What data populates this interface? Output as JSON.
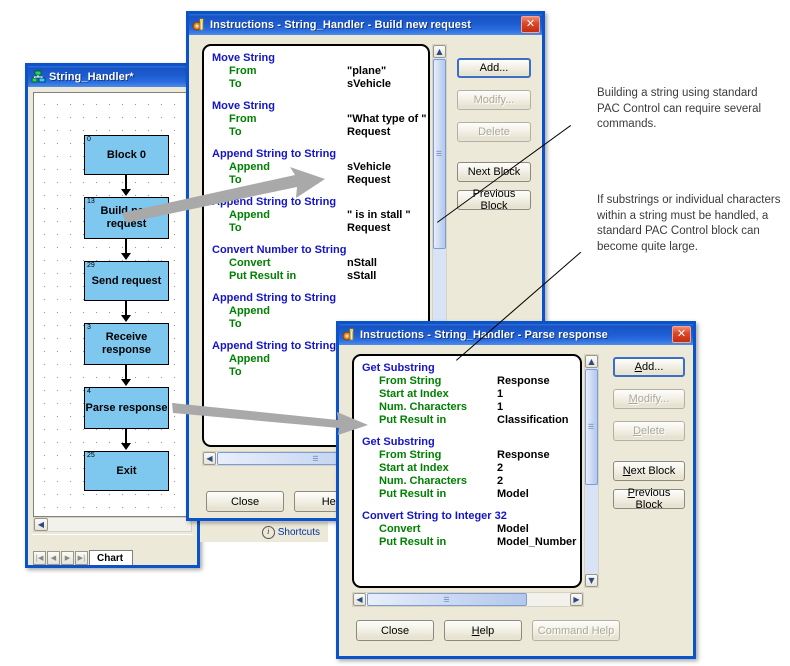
{
  "chart_window": {
    "title": "String_Handler*",
    "icon": "flowchart-icon",
    "blocks": [
      {
        "num": "0",
        "label": "Block 0"
      },
      {
        "num": "13",
        "label": "Build new request"
      },
      {
        "num": "29",
        "label": "Send request"
      },
      {
        "num": "3",
        "label": "Receive response"
      },
      {
        "num": "4",
        "label": "Parse response"
      },
      {
        "num": "25",
        "label": "Exit"
      }
    ],
    "statusbar": {
      "shortcuts_label": "Shortcuts",
      "info_icon": "info-icon"
    },
    "tab": {
      "label": "Chart"
    },
    "nav": {
      "first": "|◀",
      "prev": "◀",
      "next": "▶",
      "last": "▶|"
    }
  },
  "dialog_build": {
    "title": "Instructions - String_Handler - Build new request",
    "icon": "instructions-icon",
    "close_icon": "close-icon",
    "instructions": [
      {
        "command": "Move String",
        "rows": [
          {
            "key": "From",
            "value": "\"plane\""
          },
          {
            "key": "To",
            "value": "sVehicle"
          }
        ]
      },
      {
        "command": "Move String",
        "rows": [
          {
            "key": "From",
            "value": "\"What type of \""
          },
          {
            "key": "To",
            "value": "Request"
          }
        ]
      },
      {
        "command": "Append String to String",
        "rows": [
          {
            "key": "Append",
            "value": "sVehicle"
          },
          {
            "key": "To",
            "value": "Request"
          }
        ]
      },
      {
        "command": "Append String to String",
        "rows": [
          {
            "key": "Append",
            "value": "\" is in stall \""
          },
          {
            "key": "To",
            "value": "Request"
          }
        ]
      },
      {
        "command": "Convert Number to String",
        "rows": [
          {
            "key": "Convert",
            "value": "nStall"
          },
          {
            "key": "Put Result in",
            "value": "sStall"
          }
        ]
      },
      {
        "command": "Append String to String",
        "rows": [
          {
            "key": "Append",
            "value": ""
          },
          {
            "key": "To",
            "value": ""
          }
        ]
      },
      {
        "command": "Append String to String",
        "rows": [
          {
            "key": "Append",
            "value": ""
          },
          {
            "key": "To",
            "value": ""
          }
        ]
      }
    ],
    "side_buttons": [
      {
        "label": "Add...",
        "state": "default"
      },
      {
        "label": "Modify...",
        "state": "disabled"
      },
      {
        "label": "Delete",
        "state": "disabled"
      },
      {
        "label": "Next Block",
        "state": "normal"
      },
      {
        "label": "Previous Block",
        "state": "normal"
      }
    ],
    "bottom_buttons": [
      {
        "label": "Close",
        "state": "normal"
      },
      {
        "label": "Help",
        "state": "normal"
      }
    ]
  },
  "dialog_parse": {
    "title": "Instructions - String_Handler - Parse response",
    "icon": "instructions-icon",
    "close_icon": "close-icon",
    "instructions": [
      {
        "command": "Get Substring",
        "rows": [
          {
            "key": "From String",
            "value": "Response"
          },
          {
            "key": "Start at Index",
            "value": "1"
          },
          {
            "key": "Num. Characters",
            "value": "1"
          },
          {
            "key": "Put Result in",
            "value": "Classification"
          }
        ]
      },
      {
        "command": "Get Substring",
        "rows": [
          {
            "key": "From String",
            "value": "Response"
          },
          {
            "key": "Start at Index",
            "value": "2"
          },
          {
            "key": "Num. Characters",
            "value": "2"
          },
          {
            "key": "Put Result in",
            "value": "Model"
          }
        ]
      },
      {
        "command": "Convert String to Integer 32",
        "rows": [
          {
            "key": "Convert",
            "value": "Model"
          },
          {
            "key": "Put Result in",
            "value": "Model_Number"
          }
        ]
      }
    ],
    "side_buttons": [
      {
        "label": "Add...",
        "accel": "A",
        "state": "default"
      },
      {
        "label": "Modify...",
        "accel": "M",
        "state": "disabled"
      },
      {
        "label": "Delete",
        "accel": "D",
        "state": "disabled"
      },
      {
        "label": "Next Block",
        "accel": "N",
        "state": "normal"
      },
      {
        "label": "Previous Block",
        "accel": "P",
        "state": "normal"
      }
    ],
    "bottom_buttons": [
      {
        "label": "Close",
        "state": "normal"
      },
      {
        "label": "Help",
        "accel": "H",
        "state": "normal"
      },
      {
        "label": "Command Help",
        "state": "disabled"
      }
    ]
  },
  "annotations": [
    {
      "text": "Building a string using standard PAC Control can require several commands."
    },
    {
      "text": "If substrings or individual characters within a string must be handled, a standard PAC Control block can become quite large."
    }
  ],
  "colors": {
    "title_blue": "#1853c4",
    "window_border": "#0a53c8",
    "dialog_face": "#ece9d8",
    "command_blue": "#1414c8",
    "param_green": "#008000",
    "block_fill": "#7ec8f0",
    "pointer_grey": "#a9a9a9"
  }
}
